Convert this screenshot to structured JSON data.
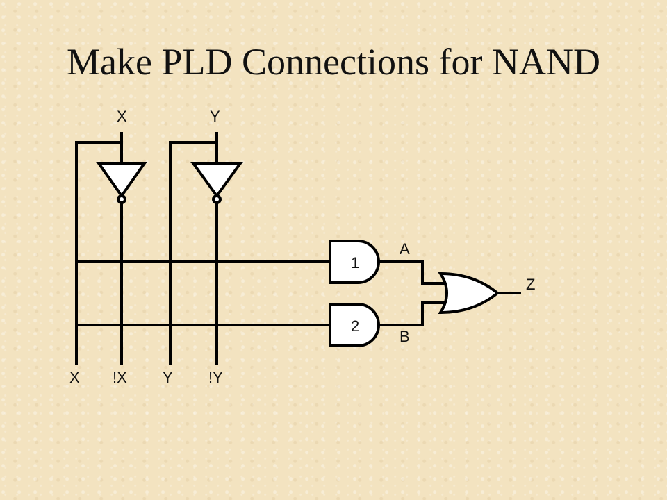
{
  "slide": {
    "title": "Make PLD Connections for NAND"
  },
  "diagram": {
    "inputs_top": [
      "X",
      "Y"
    ],
    "lines_bottom": [
      "X",
      "!X",
      "Y",
      "!Y"
    ],
    "and_gates": [
      "1",
      "2"
    ],
    "and_outputs": [
      "A",
      "B"
    ],
    "or_output": "Z"
  }
}
